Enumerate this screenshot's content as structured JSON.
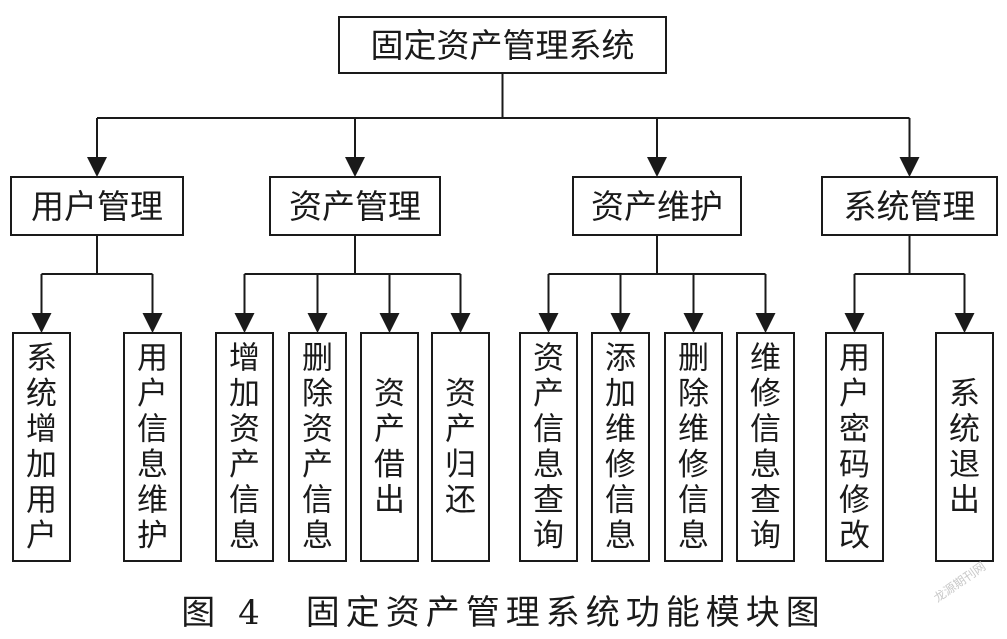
{
  "diagram": {
    "root": "固定资产管理系统",
    "modules": [
      {
        "label": "用户管理",
        "children": [
          "系统增加用户",
          "用户信息维护"
        ]
      },
      {
        "label": "资产管理",
        "children": [
          "增加资产信息",
          "删除资产信息",
          "资产借出",
          "资产归还"
        ]
      },
      {
        "label": "资产维护",
        "children": [
          "资产信息查询",
          "添加维修信息",
          "删除维修信息",
          "维修信息查询"
        ]
      },
      {
        "label": "系统管理",
        "children": [
          "用户密码修改",
          "系统退出"
        ]
      }
    ]
  },
  "caption": "图 4　固定资产管理系统功能模块图",
  "watermark": "龙源期刊网"
}
